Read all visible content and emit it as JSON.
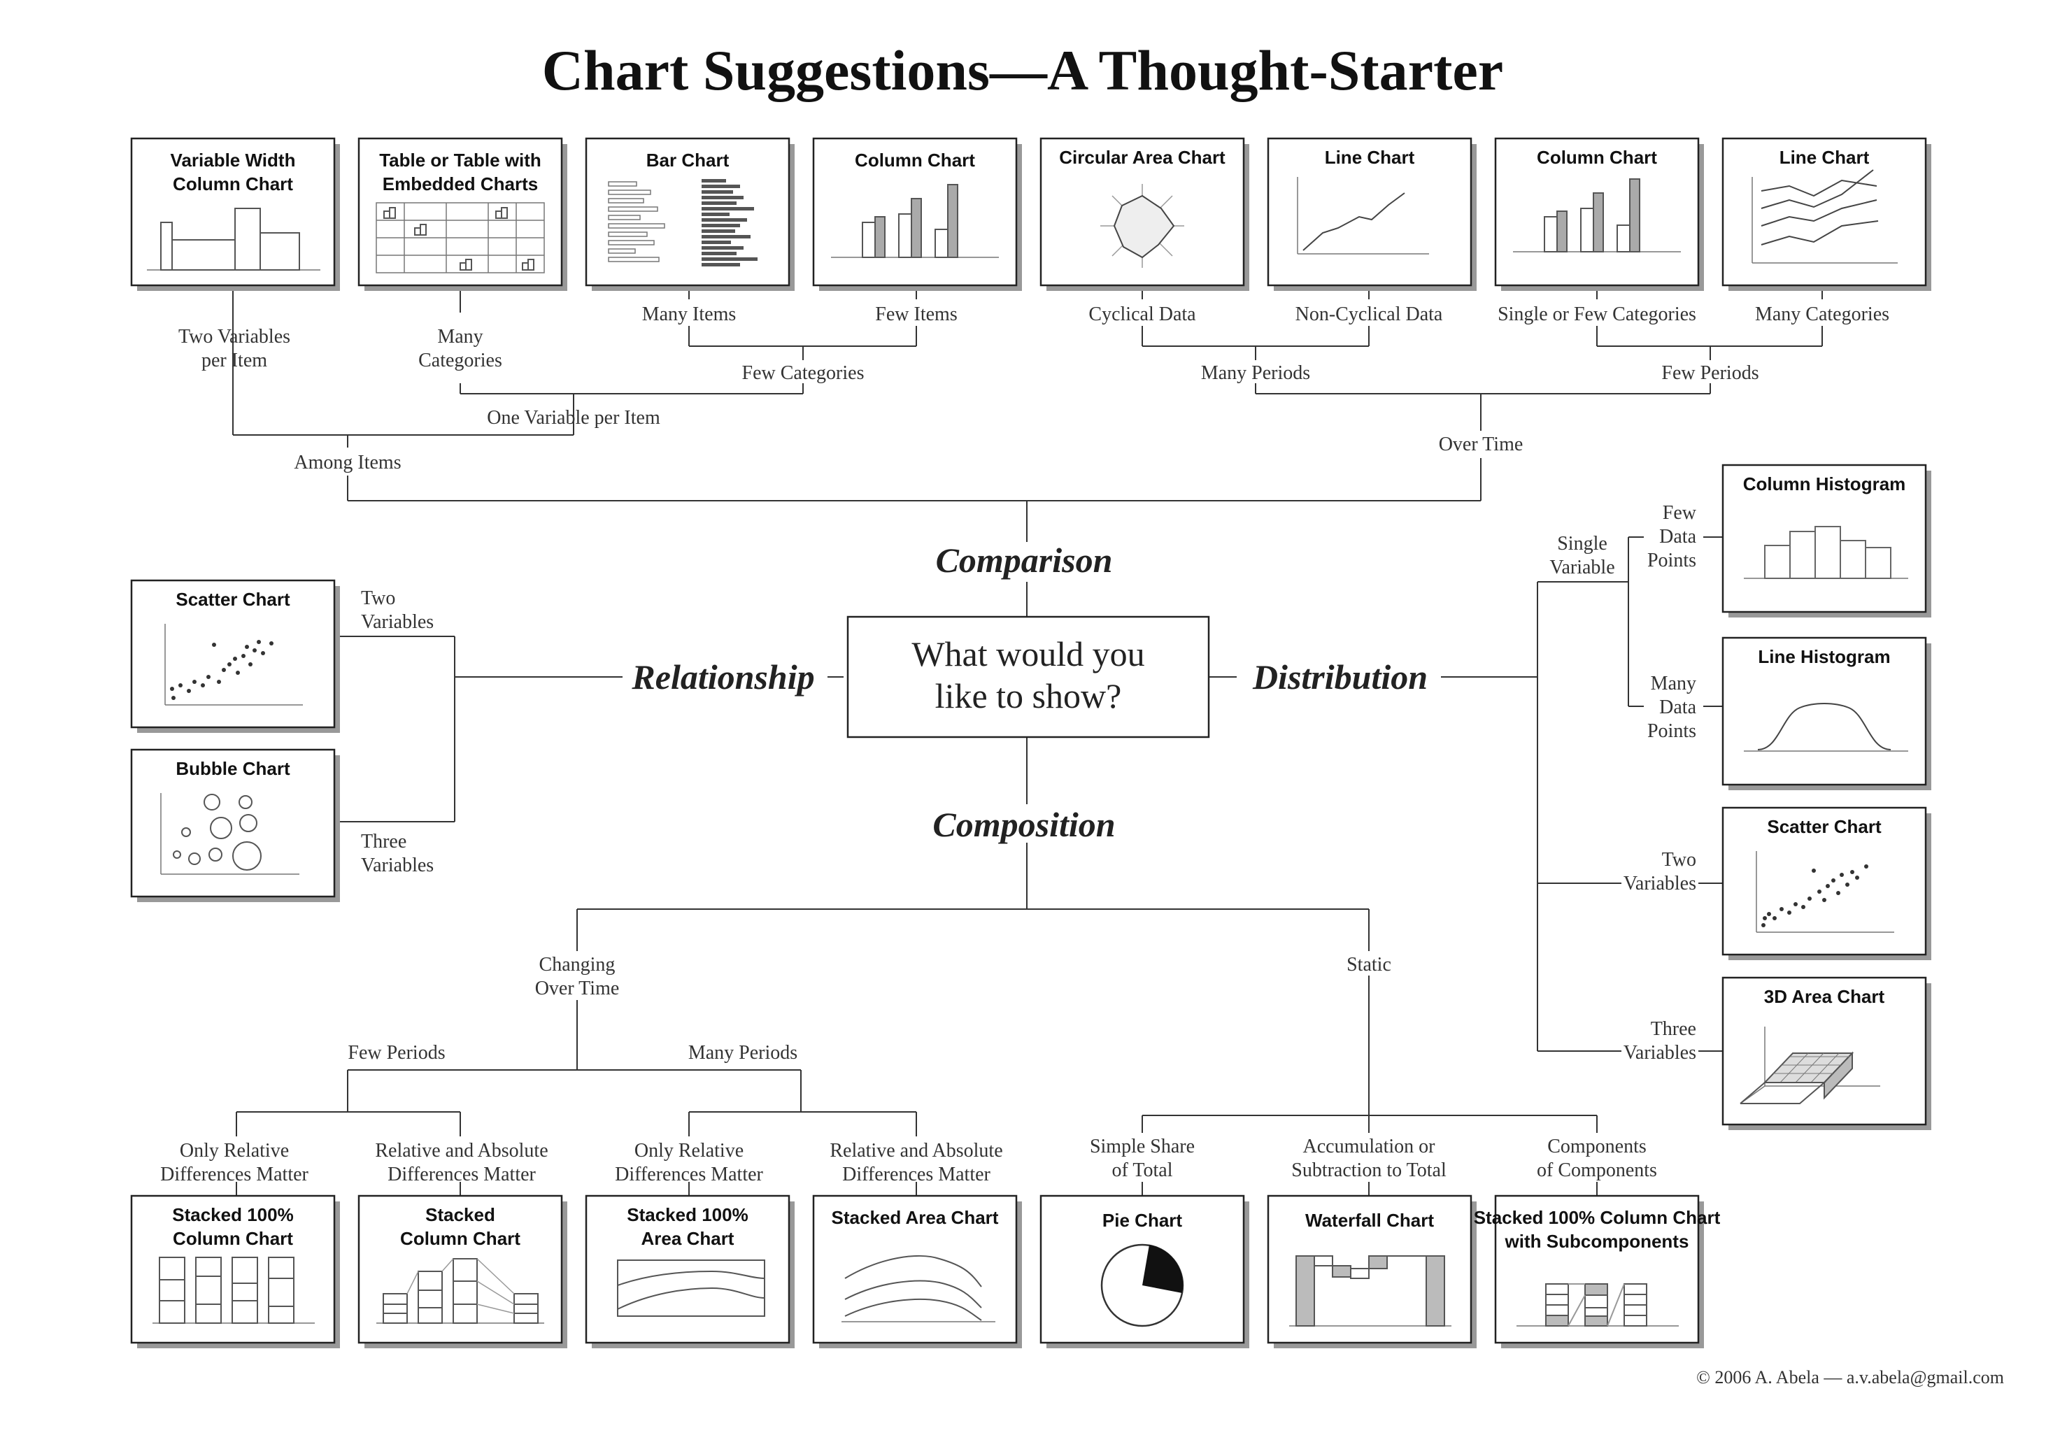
{
  "title": "Chart Suggestions—A Thought-Starter",
  "center_question": [
    "What would you",
    "like to show?"
  ],
  "categories": {
    "comparison": "Comparison",
    "relationship": "Relationship",
    "distribution": "Distribution",
    "composition": "Composition"
  },
  "charts": [
    {
      "key": "variable_width_column",
      "title": [
        "Variable Width",
        "Column Chart"
      ],
      "icon": "variable-width-column-icon"
    },
    {
      "key": "table_embedded",
      "title": [
        "Table or Table with",
        "Embedded Charts"
      ],
      "icon": "table-embedded-icon"
    },
    {
      "key": "bar_chart",
      "title": [
        "Bar Chart"
      ],
      "icon": "bar-chart-icon"
    },
    {
      "key": "column_chart_1",
      "title": [
        "Column Chart"
      ],
      "icon": "column-chart-icon"
    },
    {
      "key": "circular_area",
      "title": [
        "Circular Area Chart"
      ],
      "icon": "radar-chart-icon"
    },
    {
      "key": "line_chart_1",
      "title": [
        "Line Chart"
      ],
      "icon": "line-chart-icon"
    },
    {
      "key": "column_chart_2",
      "title": [
        "Column Chart"
      ],
      "icon": "column-chart-icon"
    },
    {
      "key": "line_chart_2",
      "title": [
        "Line Chart"
      ],
      "icon": "multi-line-chart-icon"
    },
    {
      "key": "scatter_rel",
      "title": [
        "Scatter Chart"
      ],
      "icon": "scatter-chart-icon"
    },
    {
      "key": "bubble",
      "title": [
        "Bubble Chart"
      ],
      "icon": "bubble-chart-icon"
    },
    {
      "key": "column_histogram",
      "title": [
        "Column Histogram"
      ],
      "icon": "column-histogram-icon"
    },
    {
      "key": "line_histogram",
      "title": [
        "Line Histogram"
      ],
      "icon": "line-histogram-icon"
    },
    {
      "key": "scatter_dist",
      "title": [
        "Scatter Chart"
      ],
      "icon": "scatter-chart-icon"
    },
    {
      "key": "area_3d",
      "title": [
        "3D Area Chart"
      ],
      "icon": "3d-area-chart-icon"
    },
    {
      "key": "stacked100_column",
      "title": [
        "Stacked 100%",
        "Column Chart"
      ],
      "icon": "stacked-100-column-icon"
    },
    {
      "key": "stacked_column",
      "title": [
        "Stacked",
        "Column Chart"
      ],
      "icon": "stacked-column-icon"
    },
    {
      "key": "stacked100_area",
      "title": [
        "Stacked 100%",
        "Area Chart"
      ],
      "icon": "stacked-100-area-icon"
    },
    {
      "key": "stacked_area",
      "title": [
        "Stacked Area Chart"
      ],
      "icon": "stacked-area-icon"
    },
    {
      "key": "pie",
      "title": [
        "Pie Chart"
      ],
      "icon": "pie-chart-icon"
    },
    {
      "key": "waterfall",
      "title": [
        "Waterfall Chart"
      ],
      "icon": "waterfall-chart-icon"
    },
    {
      "key": "stacked100_sub",
      "title": [
        "Stacked 100% Column Chart",
        "with Subcomponents"
      ],
      "icon": "stacked-subcomponents-icon"
    }
  ],
  "labels": {
    "two_variables_per_item": [
      "Two Variables",
      "per Item"
    ],
    "many_categories_left": [
      "Many",
      "Categories"
    ],
    "many_items": "Many Items",
    "few_items": "Few Items",
    "few_categories": "Few Categories",
    "one_variable_per_item": "One Variable per Item",
    "among_items": "Among Items",
    "cyclical_data": "Cyclical Data",
    "non_cyclical_data": "Non-Cyclical Data",
    "single_or_few_categories": "Single or Few Categories",
    "many_categories_right": "Many Categories",
    "many_periods_top": "Many Periods",
    "few_periods_top": "Few Periods",
    "over_time": "Over Time",
    "rel_two_variables": [
      "Two",
      "Variables"
    ],
    "rel_three_variables": [
      "Three",
      "Variables"
    ],
    "single_variable": [
      "Single",
      "Variable"
    ],
    "few_data_points": [
      "Few",
      "Data",
      "Points"
    ],
    "many_data_points": [
      "Many",
      "Data",
      "Points"
    ],
    "dist_two_variables": [
      "Two",
      "Variables"
    ],
    "dist_three_variables": [
      "Three",
      "Variables"
    ],
    "changing_over_time": [
      "Changing",
      "Over Time"
    ],
    "static": "Static",
    "few_periods_bottom": "Few Periods",
    "many_periods_bottom": "Many Periods",
    "only_relative_1": [
      "Only Relative",
      "Differences Matter"
    ],
    "rel_abs_1": [
      "Relative and Absolute",
      "Differences Matter"
    ],
    "only_relative_2": [
      "Only Relative",
      "Differences Matter"
    ],
    "rel_abs_2": [
      "Relative and Absolute",
      "Differences Matter"
    ],
    "simple_share": [
      "Simple Share",
      "of Total"
    ],
    "accumulation": [
      "Accumulation or",
      "Subtraction to Total"
    ],
    "components": [
      "Components",
      "of Components"
    ]
  },
  "footer": "© 2006  A. Abela — a.v.abela@gmail.com"
}
